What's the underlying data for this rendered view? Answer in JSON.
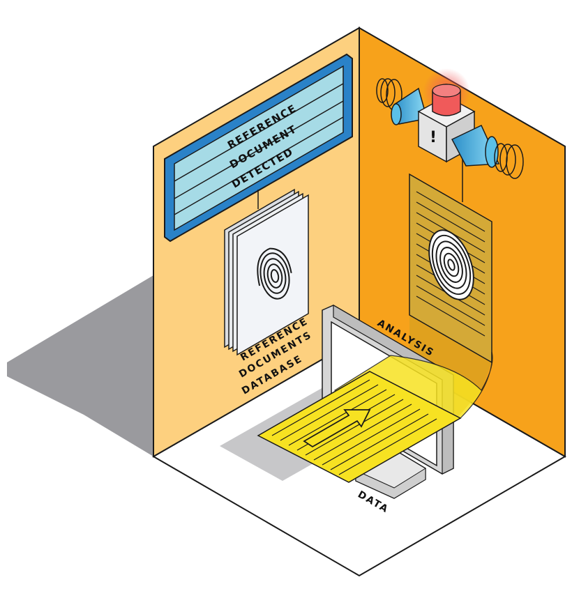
{
  "sign": {
    "lines": [
      "REFERENCE",
      "DOCUMENT",
      "DETECTED"
    ]
  },
  "labels": {
    "database": [
      "REFERENCE",
      "DOCUMENTS",
      "DATABASE"
    ],
    "analysis": "ANALYSIS",
    "data": "DATA"
  },
  "alarm": {
    "symbol": "!"
  },
  "colors": {
    "left_wall": "#fdd07f",
    "right_wall": "#f7a21b",
    "floor": "#ffffff",
    "shadow": "#9a9a9e",
    "sign_frame": "#2a82c8",
    "sign_panel": "#a6dbe6",
    "document_yellow": "#f7e222",
    "alarm_light": "#f05a5a",
    "speaker": "#5bc0e8"
  },
  "icons": [
    "fingerprint-icon",
    "arrow-icon",
    "alarm-siren-icon",
    "speaker-icon"
  ]
}
